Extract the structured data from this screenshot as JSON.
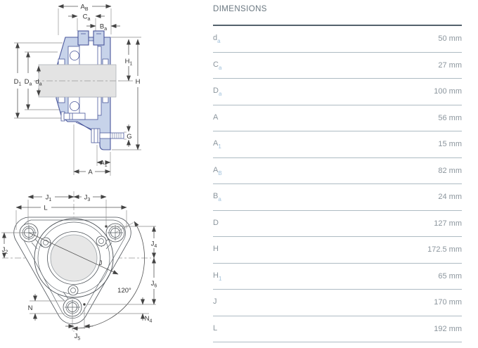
{
  "table": {
    "title": "DIMENSIONS",
    "rows": [
      {
        "sym": "d",
        "sub": "a",
        "value": "50 mm"
      },
      {
        "sym": "C",
        "sub": "a",
        "value": "27 mm"
      },
      {
        "sym": "D",
        "sub": "a",
        "value": "100 mm"
      },
      {
        "sym": "A",
        "sub": "",
        "value": "56 mm"
      },
      {
        "sym": "A",
        "sub": "1",
        "value": "15 mm"
      },
      {
        "sym": "A",
        "sub": "B",
        "value": "82 mm"
      },
      {
        "sym": "B",
        "sub": "a",
        "value": "24 mm"
      },
      {
        "sym": "D",
        "sub": "",
        "value": "127 mm"
      },
      {
        "sym": "H",
        "sub": "",
        "value": "172.5 mm"
      },
      {
        "sym": "H",
        "sub": "1",
        "value": "65 mm"
      },
      {
        "sym": "J",
        "sub": "",
        "value": "170 mm"
      },
      {
        "sym": "L",
        "sub": "",
        "value": "192 mm"
      }
    ]
  },
  "drawings": {
    "section": {
      "labels": {
        "AB": {
          "m": "A",
          "s": "B"
        },
        "Ca": {
          "m": "C",
          "s": "a"
        },
        "Ba": {
          "m": "B",
          "s": "a"
        },
        "H1": {
          "m": "H",
          "s": "1"
        },
        "H": {
          "m": "H"
        },
        "D1": {
          "m": "D",
          "s": "1"
        },
        "Da": {
          "m": "D",
          "s": "a"
        },
        "da": {
          "m": "d",
          "s": "a"
        },
        "G": {
          "m": "G"
        },
        "A1": {
          "m": "A",
          "s": "1"
        },
        "A": {
          "m": "A"
        }
      }
    },
    "front": {
      "labels": {
        "J1": {
          "m": "J",
          "s": "1"
        },
        "J3": {
          "m": "J",
          "s": "3"
        },
        "L": {
          "m": "L"
        },
        "J2": {
          "m": "J",
          "s": "2"
        },
        "J4": {
          "m": "J",
          "s": "4"
        },
        "J6": {
          "m": "J",
          "s": "6"
        },
        "J": {
          "m": "J"
        },
        "J5": {
          "m": "J",
          "s": "5"
        },
        "N": {
          "m": "N"
        },
        "N4": {
          "m": "N",
          "s": "4"
        },
        "angle": "120°"
      }
    }
  },
  "colors": {
    "housing_fill": "#c7d3ea",
    "housing_outline": "#4a579b",
    "shaft_fill": "#e3e3e3",
    "table_title": "#6a7780",
    "table_text": "#8b959d",
    "subscript_blue": "#a2c2dc",
    "head_rule": "#54626c",
    "row_rule": "#aebbc3",
    "dim_line": "#555555"
  }
}
